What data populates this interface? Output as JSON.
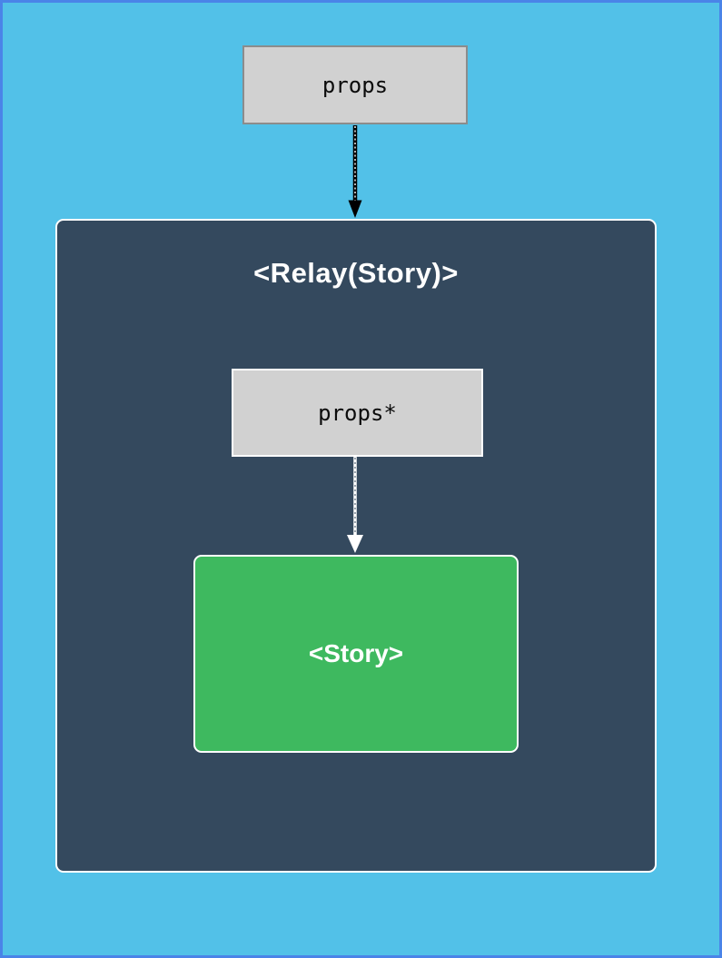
{
  "page": {
    "background_color": "#52c1e8",
    "frame_border_color": "#4a84e8"
  },
  "diagram": {
    "props_node": {
      "label": "props",
      "fill": "#d1d1d1",
      "border_color": "#8c8c8c",
      "text_color": "#0b0b0b"
    },
    "relay_container": {
      "title": "<Relay(Story)>",
      "fill": "#34495e",
      "border_color": "#ffffff",
      "title_color": "#ffffff",
      "props_internal_node": {
        "label": "props*",
        "fill": "#d1d1d1",
        "border_color": "#ffffff",
        "text_color": "#0b0b0b"
      },
      "story_node": {
        "label": "<Story>",
        "fill": "#3eb95f",
        "border_color": "#ffffff",
        "text_color": "#ffffff"
      }
    },
    "arrows": {
      "outer": {
        "name": "props-to-relay-arrow",
        "direction": "down",
        "color": "#000000",
        "style": "dotted-center"
      },
      "inner": {
        "name": "props-to-story-arrow",
        "direction": "down",
        "color": "#ffffff",
        "style": "dotted-center"
      }
    }
  }
}
